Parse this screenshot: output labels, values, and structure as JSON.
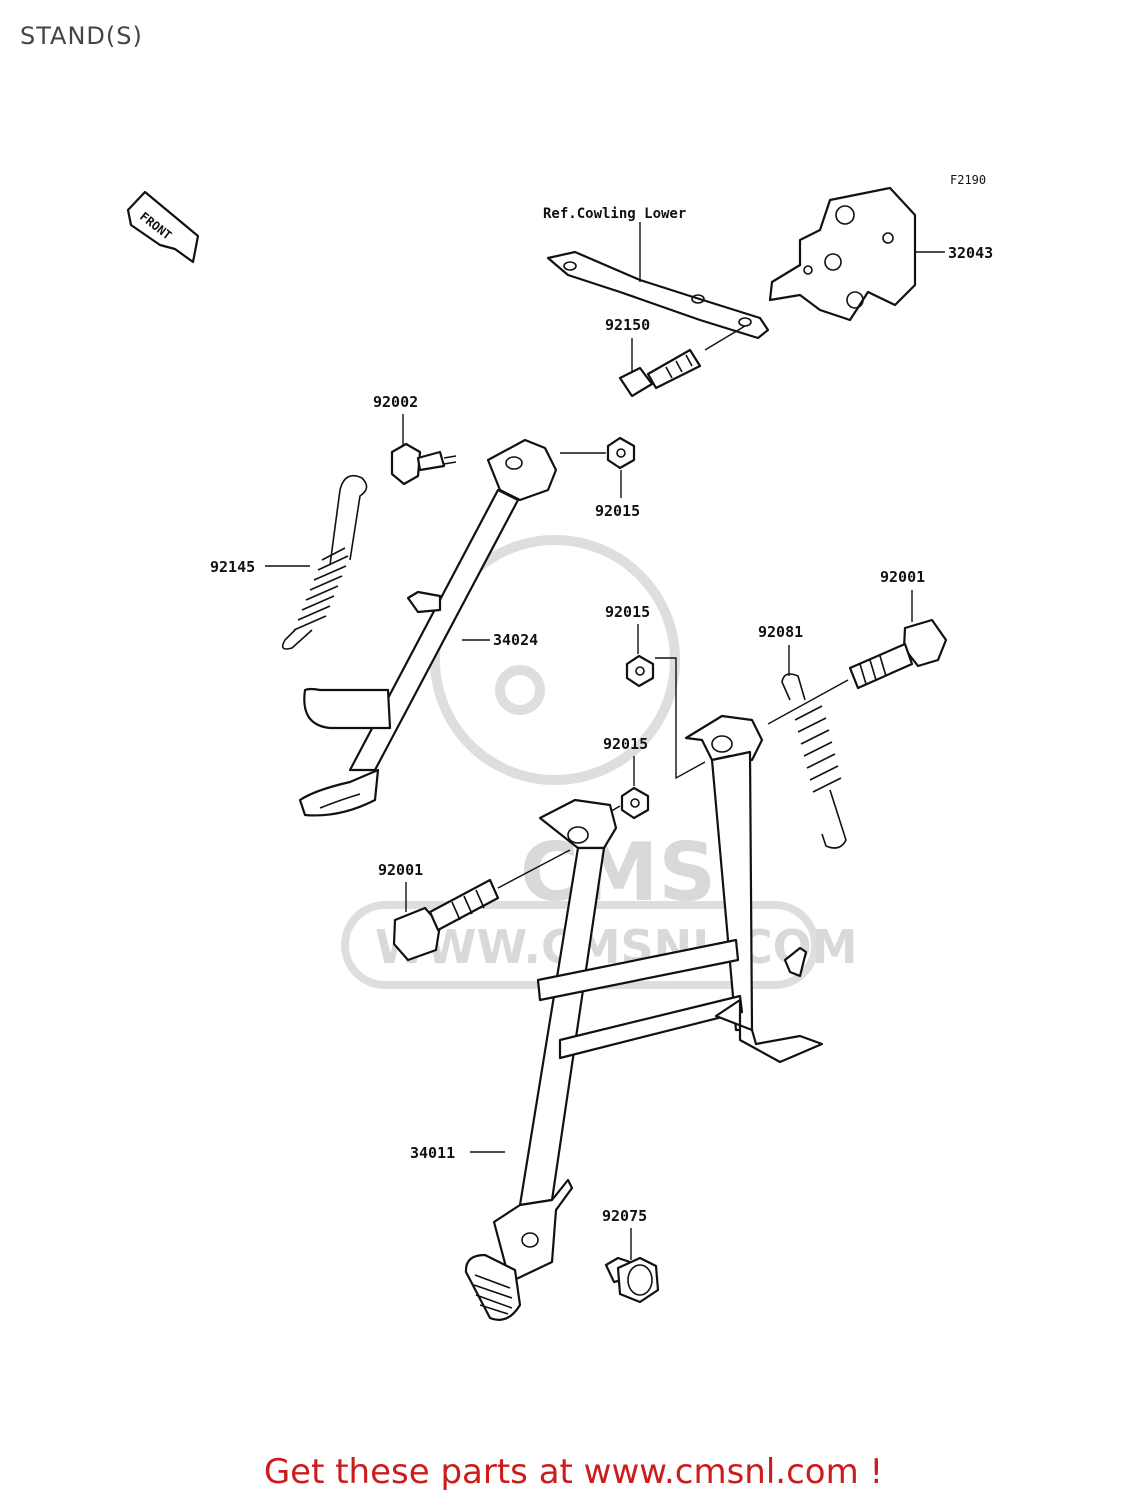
{
  "page": {
    "title": "STAND(S)"
  },
  "diagram": {
    "figure_code": "F2190",
    "front_label": "FRONT",
    "reference_label": "Ref.Cowling Lower",
    "watermark": {
      "brand": "CMS",
      "url": "WWW.CMSNL.COM"
    },
    "callouts": {
      "c32043": "32043",
      "c92150": "92150",
      "c92002": "92002",
      "c92015_top": "92015",
      "c92145": "92145",
      "c34024": "34024",
      "c92015_mid": "92015",
      "c92001_right": "92001",
      "c92081": "92081",
      "c92015_low": "92015",
      "c92001_left": "92001",
      "c34011": "34011",
      "c92075": "92075"
    }
  },
  "footer": {
    "cta": "Get these parts at www.cmsnl.com !"
  }
}
